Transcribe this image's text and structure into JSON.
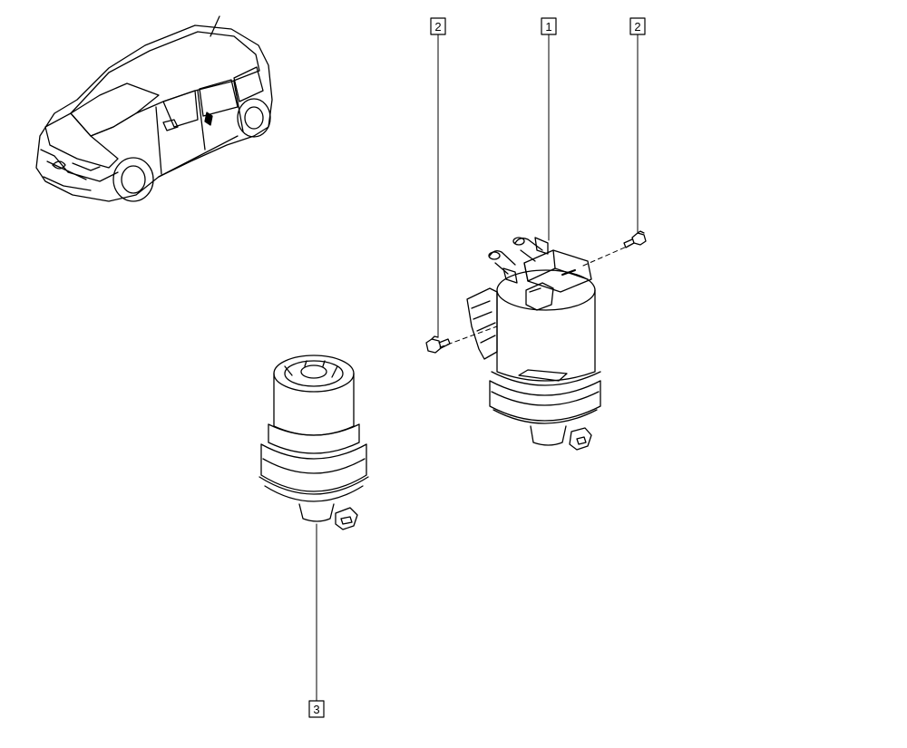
{
  "callouts": {
    "fuel_filter_housing": "1",
    "bolt_left": "2",
    "bolt_right": "2",
    "filter_cartridge": "3"
  },
  "icons": {
    "vehicle": "car-illustration-icon",
    "housing": "fuel-filter-housing-icon",
    "cartridge": "fuel-filter-cartridge-icon",
    "bolt": "bolt-icon"
  },
  "colors": {
    "line": "#000000",
    "background": "#ffffff"
  }
}
